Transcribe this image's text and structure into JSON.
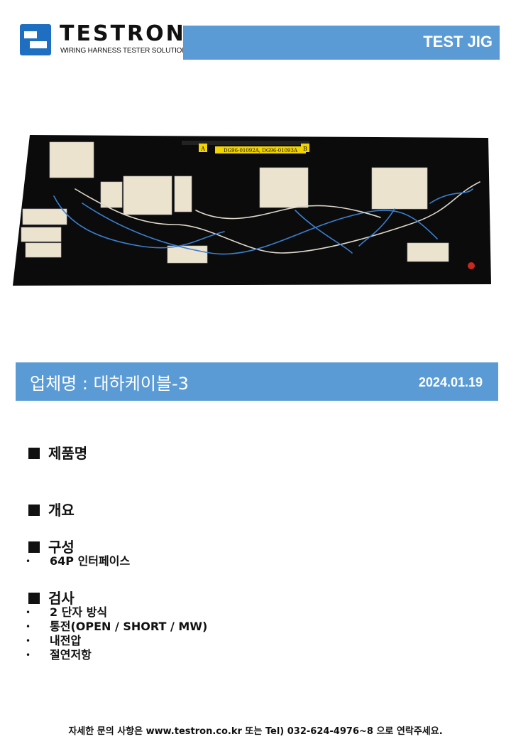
{
  "header": {
    "brand": "TESTRON",
    "tagline": "WIRING HARNESS TESTER SOLUTIONS",
    "title": "TEST JIG"
  },
  "photo": {
    "labels": {
      "marker_a": "A",
      "marker_b": "B",
      "part_numbers": "DG96-01092A, DG96-01093A"
    }
  },
  "company_bar": {
    "company": "업체명 : 대하케이블-3",
    "date": "2024.01.19"
  },
  "sections": {
    "product": {
      "title": "제품명"
    },
    "overview": {
      "title": "개요"
    },
    "config": {
      "title": "구성",
      "items": [
        "64P 인터페이스"
      ]
    },
    "inspection": {
      "title": "검사",
      "items": [
        "2 단자 방식",
        "통전(OPEN / SHORT / MW)",
        "내전압",
        "절연저항"
      ]
    }
  },
  "footer": {
    "text": "자세한 문의 사항은 www.testron.co.kr 또는 Tel) 032-624-4976~8 으로 연락주세요."
  },
  "colors": {
    "accent": "#5b9bd5",
    "board": "#0b0b0b",
    "connector": "#ece3cf",
    "wire_blue": "#3a7fd0"
  }
}
